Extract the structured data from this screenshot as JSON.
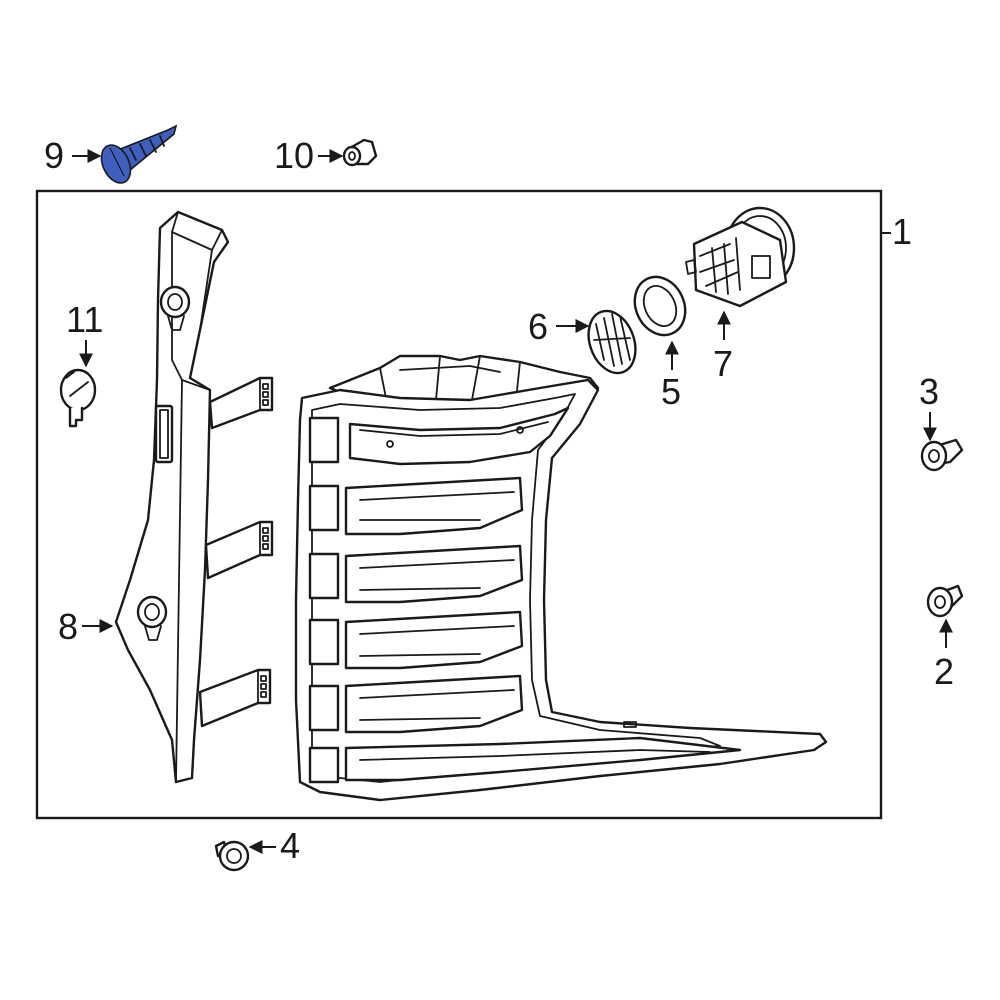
{
  "callouts": {
    "c1": "1",
    "c2": "2",
    "c3": "3",
    "c4": "4",
    "c5": "5",
    "c6": "6",
    "c7": "7",
    "c8": "8",
    "c9": "9",
    "c10": "10",
    "c11": "11"
  },
  "colors": {
    "highlight": "#3f5fc0",
    "line": "#1a1a1a",
    "background": "#ffffff"
  },
  "highlighted_part": "9"
}
